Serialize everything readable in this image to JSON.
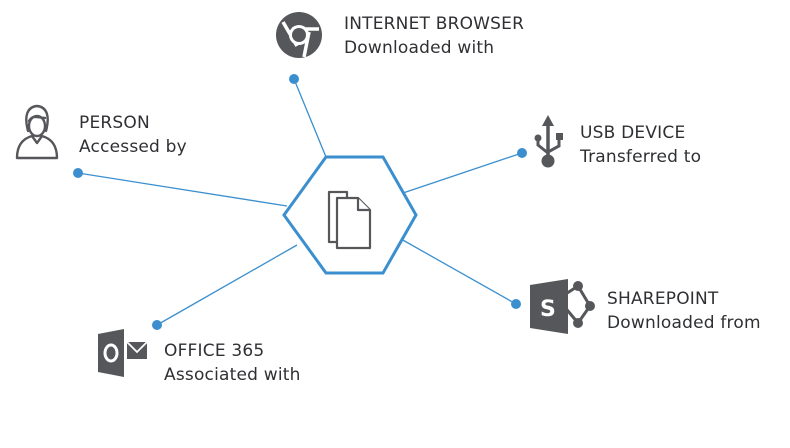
{
  "center": {
    "icon": "documents-icon",
    "stroke_color": "#3b8fce"
  },
  "colors": {
    "line": "#3b8fce",
    "dot": "#3b8fce",
    "icon": "#56575b",
    "text": "#2f3033"
  },
  "nodes": [
    {
      "id": "internet-browser",
      "icon": "chrome-browser-icon",
      "title": "INTERNET BROWSER",
      "relation": "Downloaded with"
    },
    {
      "id": "usb-device",
      "icon": "usb-icon",
      "title": "USB DEVICE",
      "relation": "Transferred to"
    },
    {
      "id": "sharepoint",
      "icon": "sharepoint-icon",
      "title": "SHAREPOINT",
      "relation": "Downloaded from"
    },
    {
      "id": "office-365",
      "icon": "outlook-icon",
      "title": "OFFICE 365",
      "relation": "Associated with"
    },
    {
      "id": "person",
      "icon": "person-icon",
      "title": "PERSON",
      "relation": "Accessed by"
    }
  ]
}
